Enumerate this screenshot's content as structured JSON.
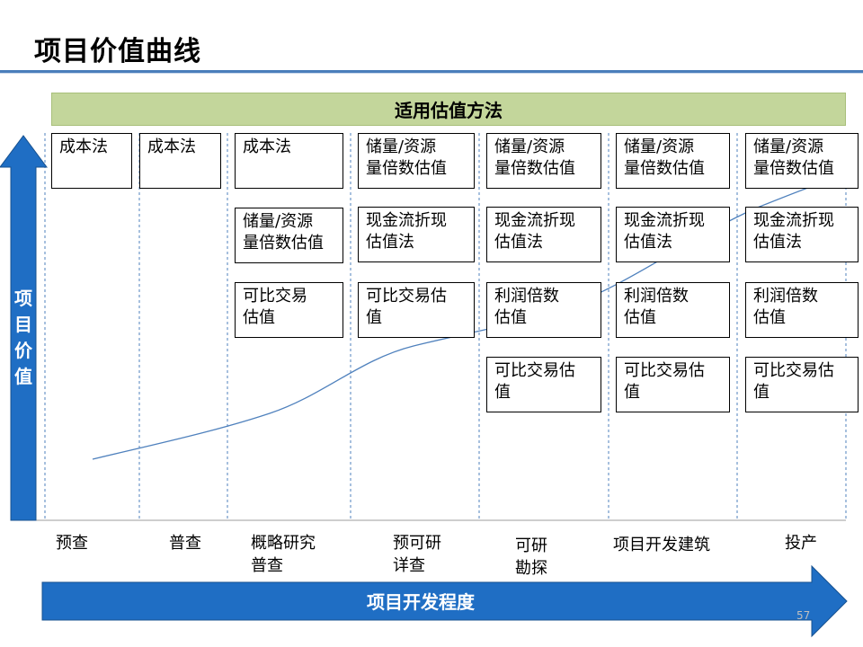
{
  "title": "项目价值曲线",
  "methods_banner": "适用估值方法",
  "axis_vertical_label": [
    "项",
    "目",
    "价",
    "值"
  ],
  "axis_horizontal_label": "项目开发程度",
  "page_number": "57",
  "colors": {
    "arrow_blue": "#1f6ec4",
    "banner_green": "#c3d69b",
    "curve": "#4f81bd",
    "divider": "#4f81bd"
  },
  "stages": [
    {
      "lines": [
        "预查"
      ],
      "methods": [
        "成本法"
      ]
    },
    {
      "lines": [
        "普查"
      ],
      "methods": [
        "成本法"
      ]
    },
    {
      "lines": [
        "概略研究",
        "普查"
      ],
      "methods": [
        "成本法",
        "储量/资源\n量倍数估值",
        "可比交易\n估值"
      ]
    },
    {
      "lines": [
        "预可研",
        "详查"
      ],
      "methods": [
        "储量/资源\n量倍数估值",
        "现金流折现\n估值法",
        "可比交易估\n值"
      ]
    },
    {
      "lines": [
        "可研",
        "勘探"
      ],
      "methods": [
        "储量/资源\n量倍数估值",
        "现金流折现\n估值法",
        "利润倍数\n估值",
        "可比交易估\n值"
      ]
    },
    {
      "lines": [
        "项目开发建筑"
      ],
      "methods": [
        "储量/资源\n量倍数估值",
        "现金流折现\n估值法",
        "利润倍数\n估值",
        "可比交易估\n值"
      ]
    },
    {
      "lines": [
        "投产"
      ],
      "methods": [
        "储量/资源\n量倍数估值",
        "现金流折现\n估值法",
        "利润倍数\n估值",
        "可比交易估\n值"
      ]
    }
  ]
}
